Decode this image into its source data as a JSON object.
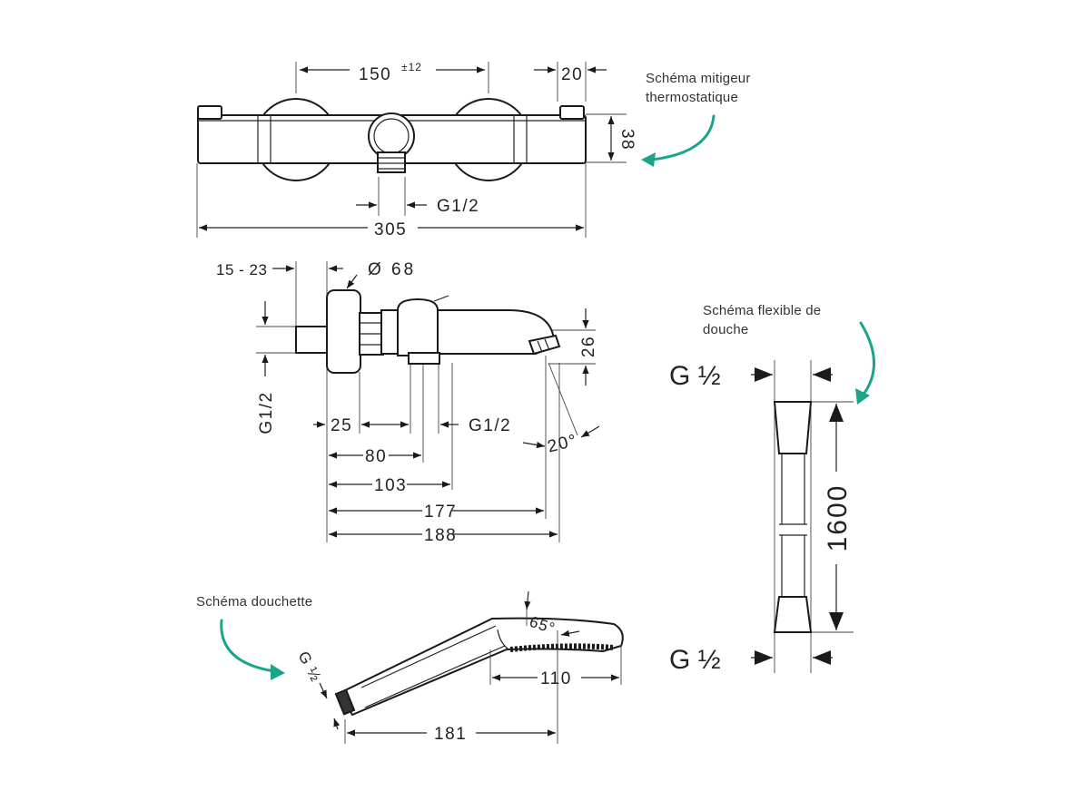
{
  "annotations": {
    "thermostatic_line1": "Schéma mitigeur",
    "thermostatic_line2": "thermostatique",
    "hose_line1": "Schéma flexible de",
    "hose_line2": "douche",
    "handshower": "Schéma douchette"
  },
  "top_view": {
    "dim_150": "150",
    "dim_150_tol": "±12",
    "dim_20": "20",
    "dim_38": "38",
    "dim_g12": "G1/2",
    "dim_305": "305"
  },
  "side_view": {
    "dim_15_23": "15 - 23",
    "dim_d68": "Ø 68",
    "dim_g12_v": "G1/2",
    "dim_25": "25",
    "dim_g12_h": "G1/2",
    "dim_80": "80",
    "dim_103": "103",
    "dim_177": "177",
    "dim_188": "188",
    "dim_26": "26",
    "dim_20deg": "20°"
  },
  "hose_view": {
    "g_top": "G ½",
    "g_bottom": "G ½",
    "dim_1600": "1600"
  },
  "hand_view": {
    "g12": "G ½",
    "dim_65": "65°",
    "dim_110": "110",
    "dim_181": "181"
  }
}
